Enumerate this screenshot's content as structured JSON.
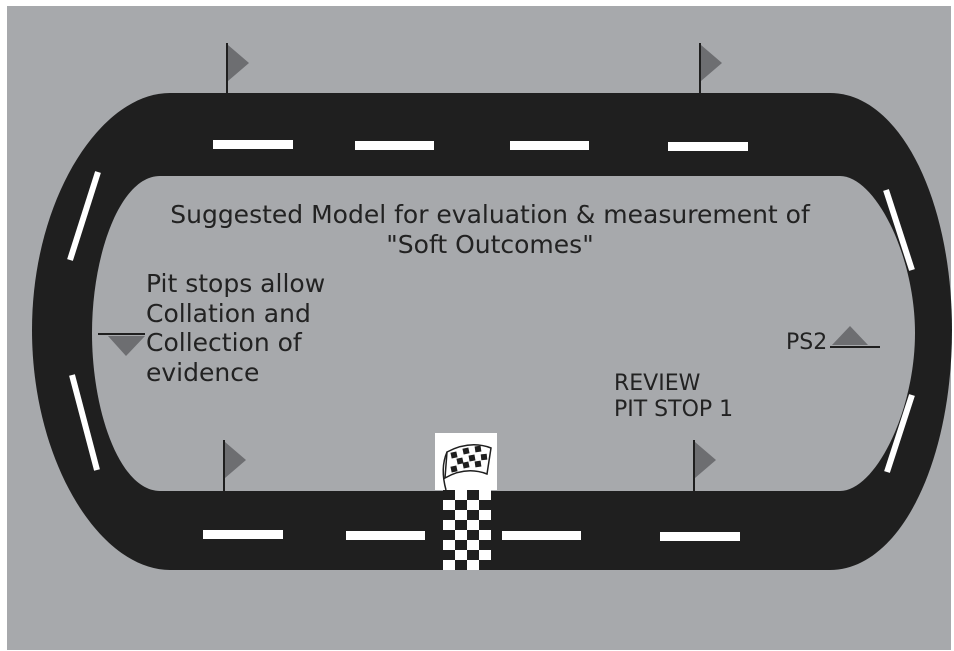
{
  "title_lines": [
    "Suggested Model for evaluation & measurement of",
    "\"Soft Outcomes\""
  ],
  "pit_note_lines": [
    "Pit stops allow",
    "Collation and",
    "Collection of",
    "evidence"
  ],
  "review_lines": [
    "REVIEW",
    "PIT STOP 1"
  ],
  "ps2_label": "PS2",
  "colors": {
    "frame": "#a7a9ac",
    "track": "#1f1f1f",
    "infield": "#a7a9ac",
    "lane_markings": "#ffffff",
    "flags": "#6d6e71",
    "text": "#222222"
  },
  "icons": [
    "checkered-flag-icon",
    "pit-flag-icon",
    "pit-marker-icon"
  ]
}
